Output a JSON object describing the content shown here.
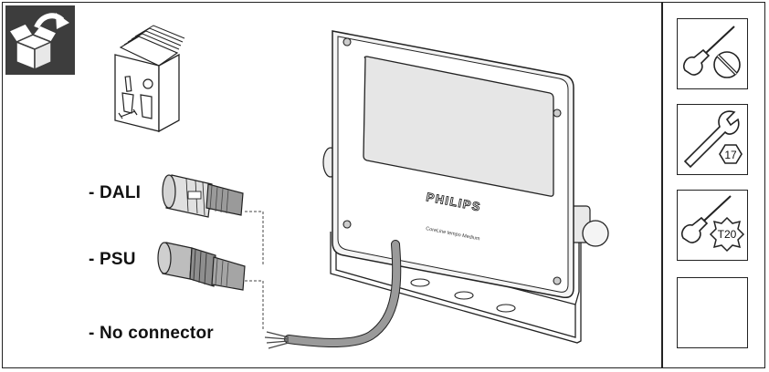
{
  "connectors": {
    "dali": "- DALI",
    "psu": "- PSU",
    "none": "- No connector"
  },
  "luminaire": {
    "brand": "PHILIPS",
    "model": "CoreLine tempo Medium"
  },
  "tools": {
    "screwdriver": {
      "icon": "flathead-screwdriver-icon"
    },
    "wrench": {
      "icon": "wrench-icon",
      "size": "17"
    },
    "torx": {
      "icon": "torx-screwdriver-icon",
      "size": "T20"
    },
    "empty": {
      "icon": ""
    }
  },
  "colors": {
    "line": "#222222",
    "unbox_bg": "#3d3d3d",
    "fill_light": "#f2f2f2",
    "fill_grey": "#cfcfcf"
  }
}
